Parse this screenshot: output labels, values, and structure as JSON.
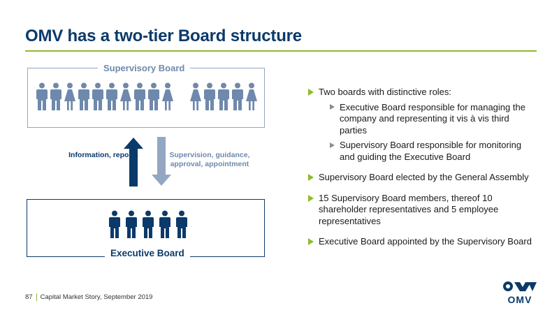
{
  "slide": {
    "title": "OMV has a two-tier Board structure"
  },
  "diagram": {
    "supervisory_board_label": "Supervisory Board",
    "executive_board_label": "Executive Board",
    "up_arrow_label": "Information, reports",
    "down_arrow_label": "Supervision, guidance, approval, appointment",
    "colors": {
      "supervisory": "#6f89ac",
      "executive": "#0b3a6a",
      "accent": "#8cbd2a"
    }
  },
  "bullets": [
    {
      "text": "Two boards with distinctive roles:",
      "sub": [
        "Executive Board responsible for managing the company and representing it vis à vis third parties",
        "Supervisory Board responsible for monitoring and guiding the Executive Board"
      ]
    },
    {
      "text": "Supervisory Board elected by the General Assembly",
      "sub": []
    },
    {
      "text": "15 Supervisory Board members, thereof 10 shareholder representatives and 5 employee representatives",
      "sub": []
    },
    {
      "text": "Executive Board appointed by the Supervisory Board",
      "sub": []
    }
  ],
  "footer": {
    "page_number": "87",
    "text": "Capital Market Story, September 2019"
  },
  "logo": {
    "text": "OMV"
  }
}
